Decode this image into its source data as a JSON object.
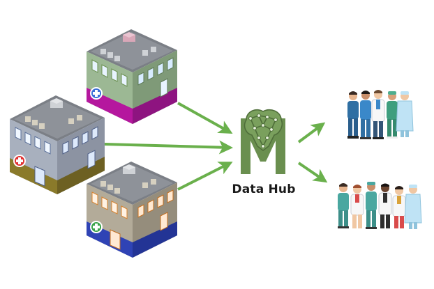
{
  "hub": {
    "label": "Data Hub",
    "logo_letter": "M",
    "logo_icon": "brain-network-icon"
  },
  "sources": [
    {
      "name": "hospital-building-top",
      "icon": "hospital-building-icon",
      "accent": "#b5179e",
      "roof": "#7b7f86",
      "walls": "#8fa88a"
    },
    {
      "name": "hospital-building-left",
      "icon": "hospital-building-icon",
      "accent": "#8a7a2a",
      "roof": "#7b7f86",
      "walls": "#9aa2b1"
    },
    {
      "name": "hospital-building-bottom",
      "icon": "hospital-building-icon",
      "accent": "#2f43b5",
      "roof": "#7b7f86",
      "walls": "#a59d8c"
    }
  ],
  "destinations": [
    {
      "name": "medical-staff-group-top",
      "icon": "medical-staff-icon"
    },
    {
      "name": "medical-staff-group-bottom",
      "icon": "medical-staff-icon"
    }
  ],
  "colors": {
    "arrow": "#6ab04c",
    "hub_green": "#6a8f4f",
    "hub_green_dark": "#4f6e3a",
    "cross_red": "#e03131",
    "cross_green": "#3aa34a",
    "cross_blue": "#3b6fd8"
  }
}
